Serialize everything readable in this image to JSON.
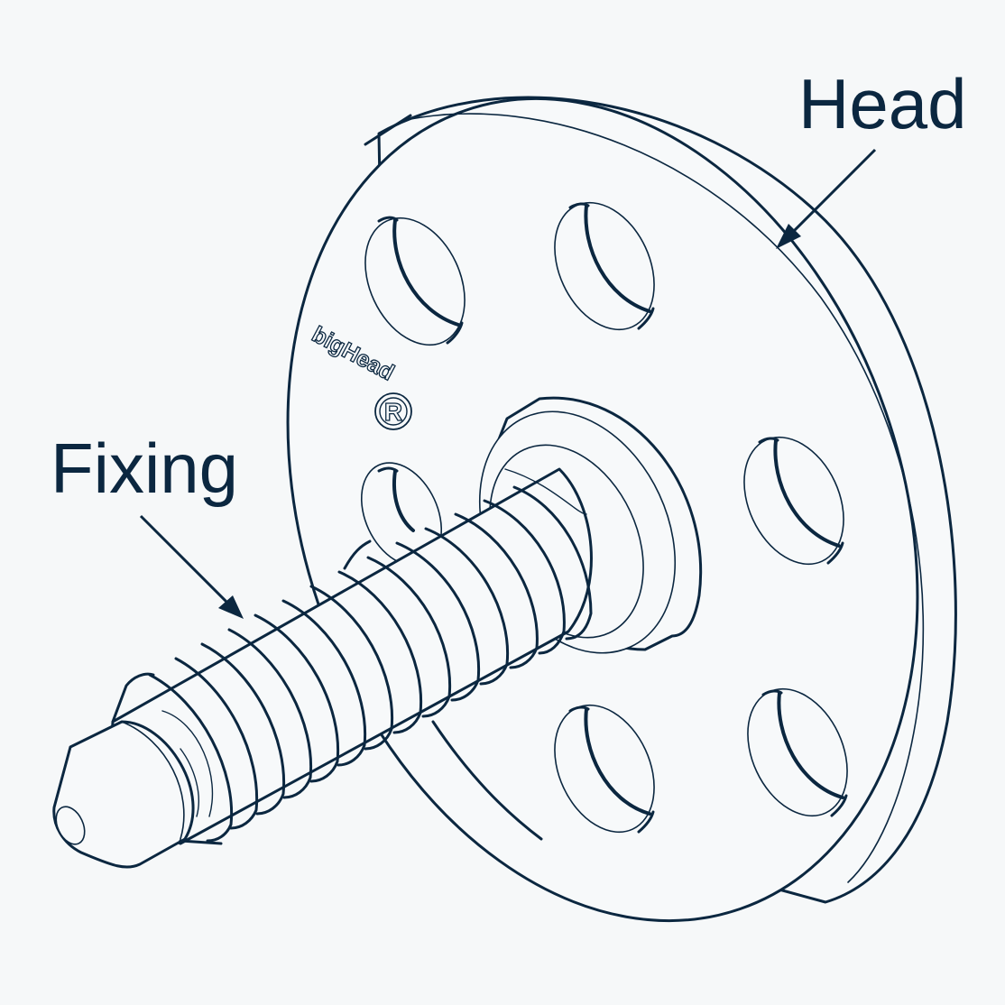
{
  "labels": {
    "head": "Head",
    "fixing": "Fixing"
  },
  "branding": {
    "name": "bigHead",
    "registered_mark": "R"
  },
  "colors": {
    "ink": "#0b2740",
    "background": "#f6f8f9",
    "fill": "#f7f9fa"
  }
}
